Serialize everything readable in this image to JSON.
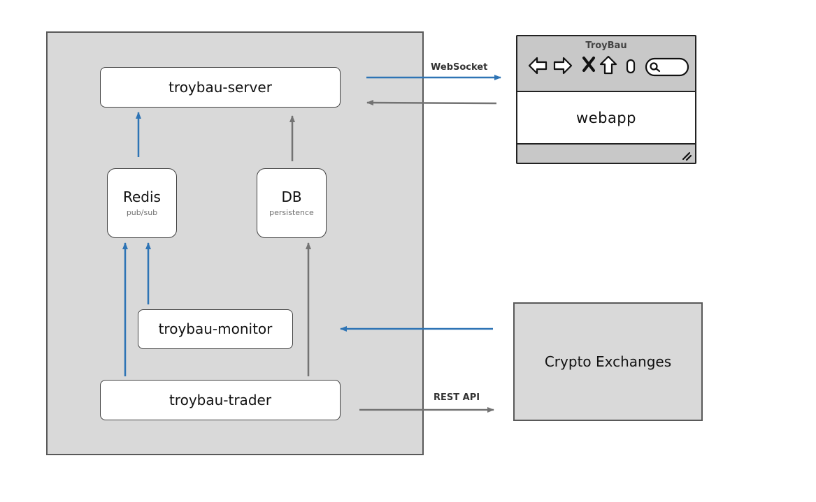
{
  "nodes": {
    "server": {
      "label": "troybau-server"
    },
    "redis": {
      "label": "Redis",
      "sublabel": "pub/sub"
    },
    "db": {
      "label": "DB",
      "sublabel": "persistence"
    },
    "monitor": {
      "label": "troybau-monitor"
    },
    "trader": {
      "label": "troybau-trader"
    }
  },
  "external": {
    "webapp": {
      "window_title": "TroyBau",
      "content_label": "webapp",
      "toolbar_icons": [
        "back-icon",
        "forward-icon",
        "close-icon",
        "home-icon",
        "reload-icon",
        "search-icon"
      ]
    },
    "exchanges": {
      "label": "Crypto Exchanges"
    }
  },
  "edges": {
    "websocket_label": "WebSocket",
    "rest_label": "REST API"
  },
  "colors": {
    "blue_arrow": "#2e74b5",
    "gray_arrow": "#737373",
    "container_fill": "#d9d9d9",
    "node_fill": "#ffffff"
  }
}
